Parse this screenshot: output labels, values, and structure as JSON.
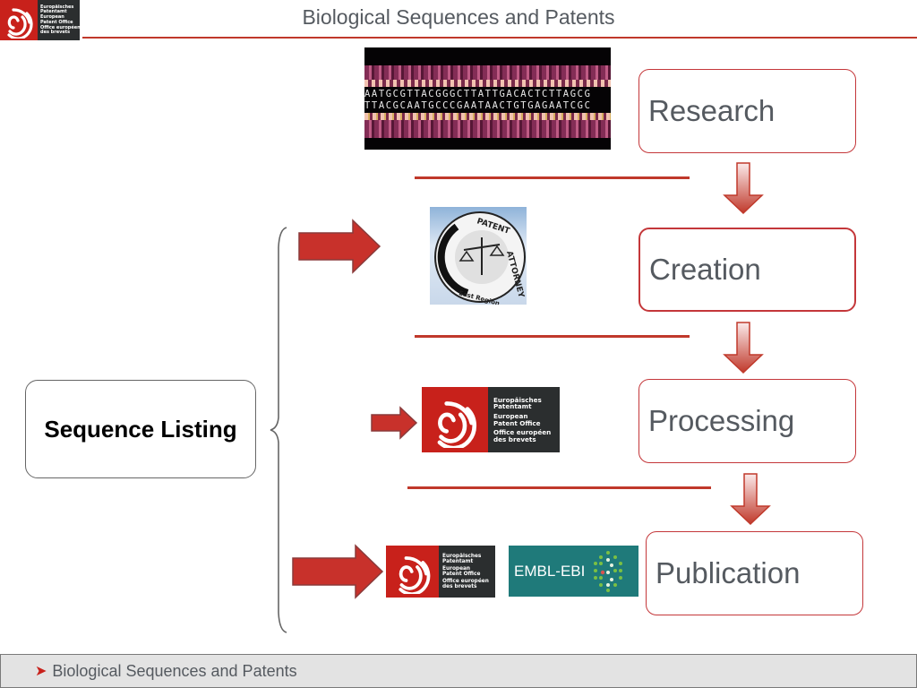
{
  "header": {
    "title": "Biological Sequences and Patents",
    "logo": {
      "lines": [
        "Europäisches",
        "Patentamt",
        "European",
        "Patent Office",
        "Office européen",
        "des brevets"
      ]
    }
  },
  "stages": [
    {
      "label": "Research"
    },
    {
      "label": "Creation"
    },
    {
      "label": "Processing"
    },
    {
      "label": "Publication"
    }
  ],
  "sequence_listing": {
    "label": "Sequence Listing"
  },
  "images": {
    "dna": {
      "seq_top": "AATGCGTTACGGGCTTATTGACACTCTTAGCG",
      "seq_bottom": "TTACGCAATGCCCGAATAACTGTGAGAATCGC"
    },
    "patent_attorney": {
      "top_text": "PATENT ATTORNEY",
      "bottom_text": "East Region"
    },
    "embl_ebi": {
      "label": "EMBL-EBI"
    }
  },
  "footer": {
    "bullet_icon": "arrowhead-bullet",
    "text": "Biological Sequences and Patents"
  },
  "colors": {
    "accent_red": "#c0392b",
    "epo_red": "#c8211b",
    "embl_teal": "#1f7a7a",
    "text_gray": "#555a60"
  }
}
